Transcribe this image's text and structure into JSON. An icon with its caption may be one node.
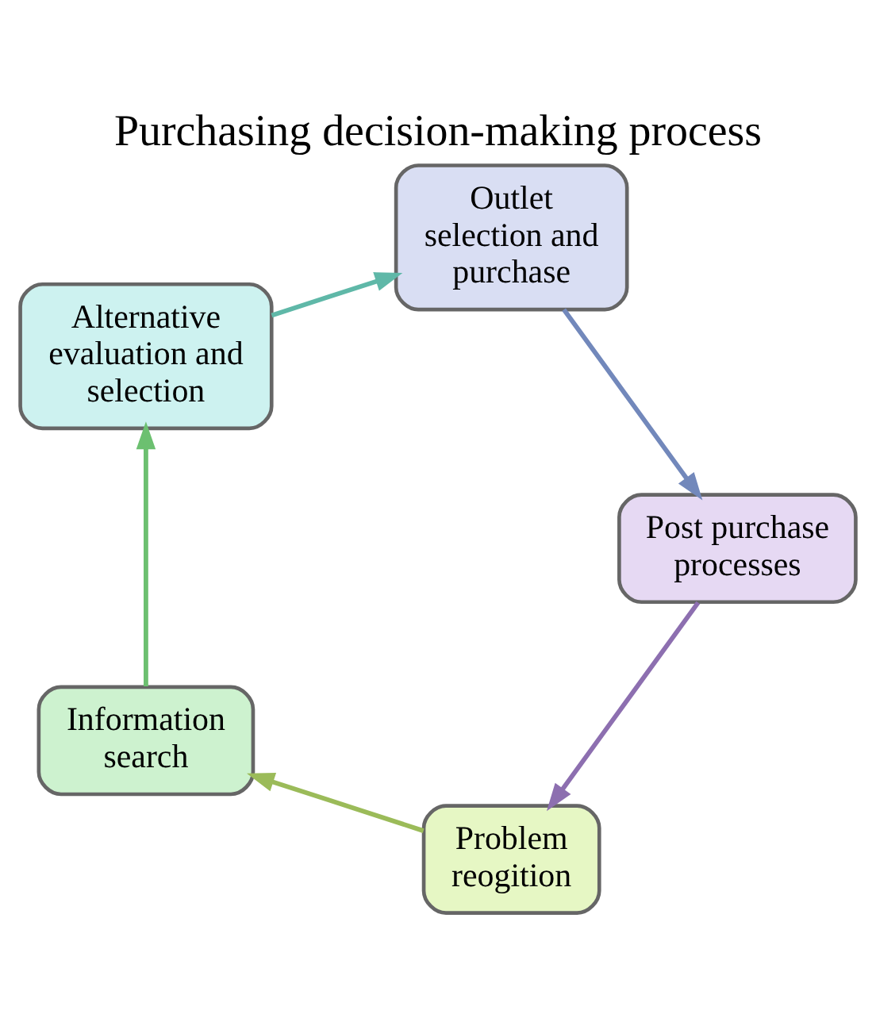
{
  "diagram": {
    "title": "Purchasing decision-making process",
    "nodes": [
      {
        "text": [
          "Problem reogition"
        ]
      },
      {
        "text": [
          "Information search"
        ]
      },
      {
        "text": [
          "Alternative evaluation and selection"
        ]
      },
      {
        "text": [
          "Outlet selection and purchase"
        ]
      },
      {
        "text": [
          "Post purchase processes"
        ]
      }
    ],
    "edges": [
      {
        "from": 0,
        "to": 1,
        "arrow": "to",
        "color": "#9bbb59"
      },
      {
        "from": 1,
        "to": 2,
        "arrow": "to",
        "color": "#6cc070"
      },
      {
        "from": 2,
        "to": 3,
        "arrow": "to",
        "color": "#5fb8a8"
      },
      {
        "from": 3,
        "to": 4,
        "arrow": "to",
        "color": "#7288bb"
      },
      {
        "from": 4,
        "to": 0,
        "arrow": "to",
        "color": "#8d6fb0"
      }
    ]
  }
}
